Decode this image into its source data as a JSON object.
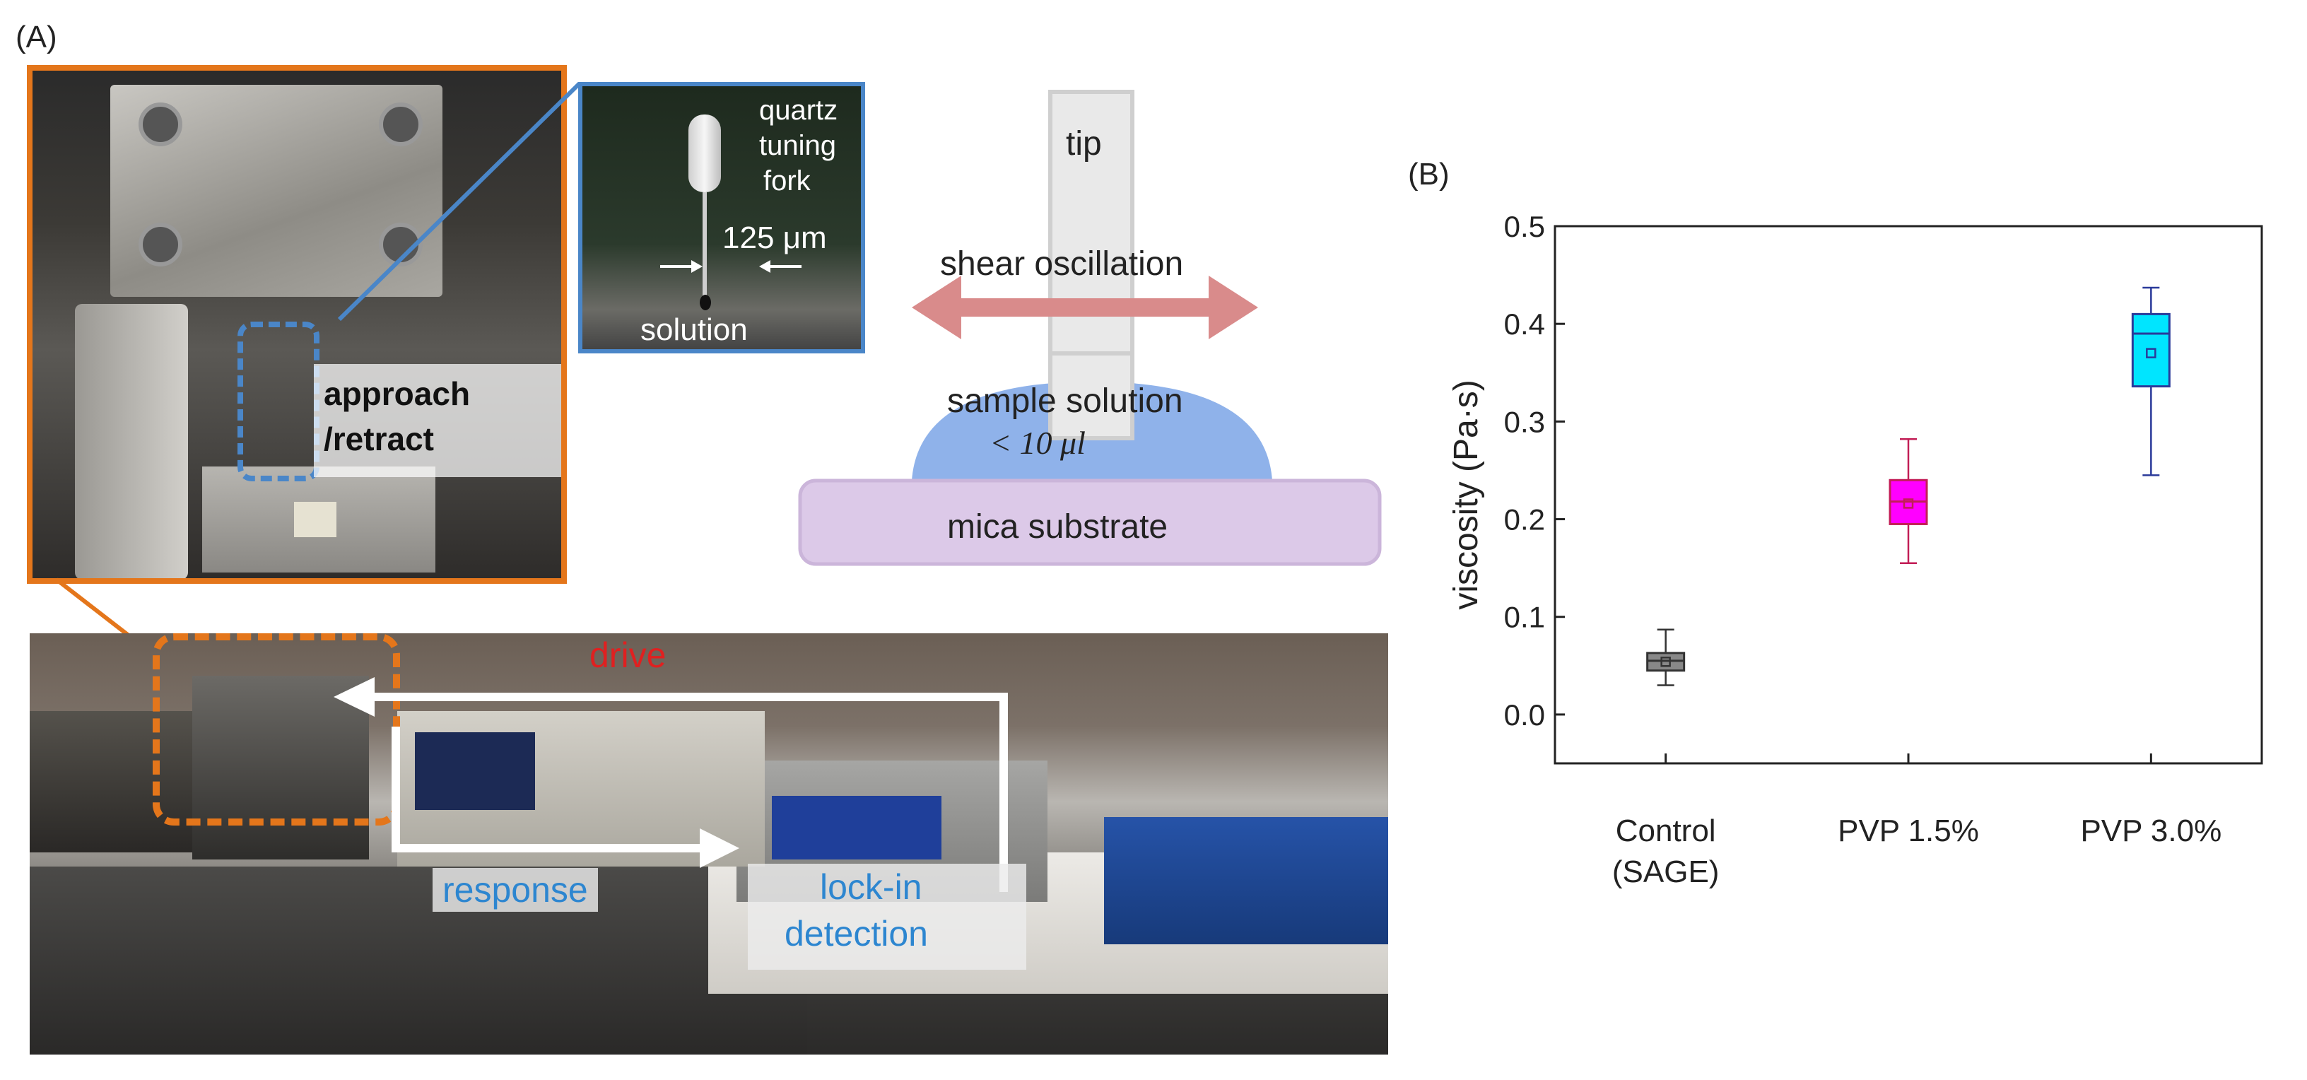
{
  "panel_a": {
    "label": "(A)",
    "inset": {
      "line1": "quartz",
      "line2": "tuning",
      "line3": "fork",
      "dimension": "125 μm",
      "solution": "solution"
    },
    "closeup": {
      "approach": "approach",
      "retract": "/retract"
    },
    "schematic": {
      "tip": "tip",
      "shear": "shear oscillation",
      "sample": "sample solution",
      "volume": "< 10 μl",
      "substrate": "mica substrate"
    },
    "setup": {
      "drive": "drive",
      "response": "response",
      "lockin_line1": "lock-in",
      "lockin_line2": "detection"
    },
    "colors": {
      "orange": "#e4761b",
      "blue": "#4a86c8",
      "red": "#e02020",
      "arrow_pink": "#d98b8b",
      "drop_blue": "#8fb2ea",
      "substrate": "#dcc9e8"
    }
  },
  "panel_b": {
    "label": "(B)"
  },
  "chart_data": {
    "type": "box",
    "ylabel": "viscosity (Pa·s)",
    "ylim": [
      -0.05,
      0.5
    ],
    "yticks": [
      "0.0",
      "0.1",
      "0.2",
      "0.3",
      "0.4",
      "0.5"
    ],
    "ytick_values": [
      0.0,
      0.1,
      0.2,
      0.3,
      0.4,
      0.5
    ],
    "categories": [
      {
        "line1": "Control",
        "line2": "(SAGE)"
      },
      {
        "line1": "PVP 1.5%",
        "line2": ""
      },
      {
        "line1": "PVP 3.0%",
        "line2": ""
      }
    ],
    "series": [
      {
        "whisker_low": 0.03,
        "q1": 0.045,
        "median": 0.055,
        "q3": 0.063,
        "whisker_high": 0.087,
        "mean": 0.054,
        "fill": "#888888",
        "edge": "#333333"
      },
      {
        "whisker_low": 0.155,
        "q1": 0.195,
        "median": 0.218,
        "q3": 0.24,
        "whisker_high": 0.282,
        "mean": 0.216,
        "fill": "#ff00ff",
        "edge": "#c21e56"
      },
      {
        "whisker_low": 0.245,
        "q1": 0.336,
        "median": 0.39,
        "q3": 0.41,
        "whisker_high": 0.437,
        "mean": 0.37,
        "fill": "#00e5ff",
        "edge": "#2a3a9a"
      }
    ]
  }
}
